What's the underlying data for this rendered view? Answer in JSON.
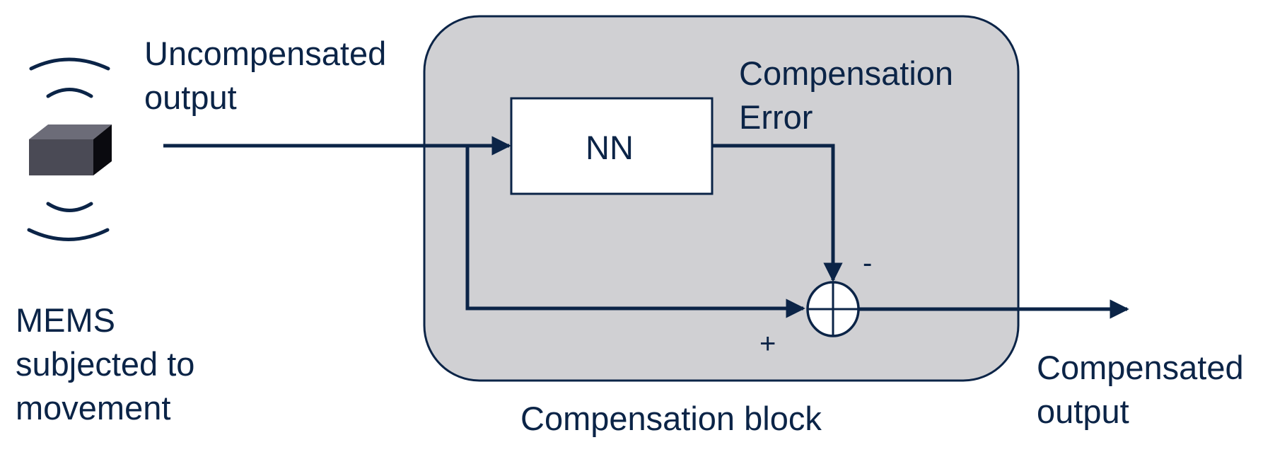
{
  "labels": {
    "uncompensated_output": "Uncompensated\noutput",
    "mems": "MEMS\nsubjected to\nmovement",
    "compensation_error": "Compensation\nError",
    "nn": "NN",
    "compensation_block": "Compensation block",
    "compensated_output": "Compensated\noutput",
    "minus_sign": "-",
    "plus_sign": "+"
  },
  "colors": {
    "line": "#0b2447",
    "block_fill": "#d0d0d3",
    "nn_fill": "#ffffff",
    "sensor_front": "#4a4a55",
    "sensor_top": "#6c6c78",
    "sensor_side": "#0a0a0f"
  },
  "icons": {
    "sensor": "mems-chip-icon",
    "motion": "motion-waves-icon",
    "summing_junction": "summing-junction-icon"
  }
}
